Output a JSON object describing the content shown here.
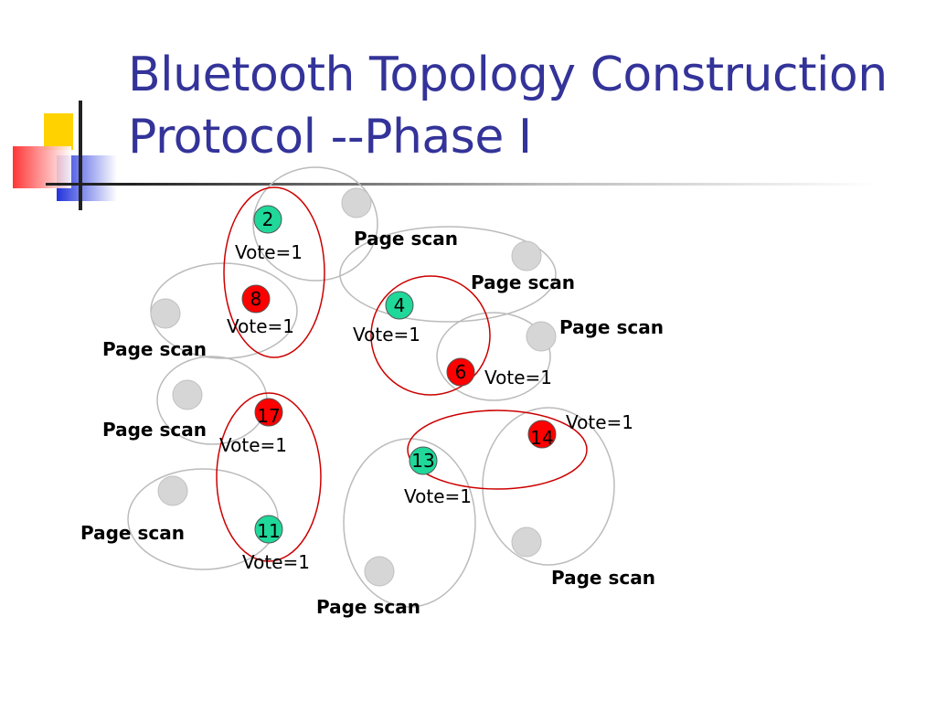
{
  "title": {
    "line1": "Bluetooth Topology Construction",
    "line2": "Protocol --Phase I"
  },
  "colors": {
    "title": "#333399",
    "master_node": "#ff0000",
    "slave_node": "#1fd89a",
    "idle_node": "#d6d6d6",
    "piconet_outline": "#cc0000",
    "scan_outline": "#bbbbbb"
  },
  "nodes": {
    "n2": "2",
    "n8": "8",
    "n4": "4",
    "n6": "6",
    "n17": "17",
    "n14": "14",
    "n13": "13",
    "n11": "11"
  },
  "votes": {
    "v2": "Vote=1",
    "v8": "Vote=1",
    "v4": "Vote=1",
    "v6": "Vote=1",
    "v17": "Vote=1",
    "v14": "Vote=1",
    "v13": "Vote=1",
    "v11": "Vote=1"
  },
  "page_scan": {
    "ps_top_center": "Page scan",
    "ps_top_right": "Page scan",
    "ps_right": "Page scan",
    "ps_left_upper": "Page scan",
    "ps_left_mid": "Page scan",
    "ps_left_lower": "Page scan",
    "ps_bottom_center": "Page scan",
    "ps_bottom_right": "Page scan"
  }
}
